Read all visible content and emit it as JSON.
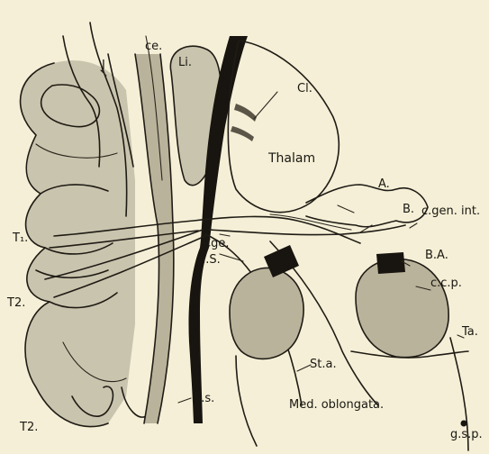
{
  "figure": {
    "labels": {
      "ce": "ce.",
      "li": "Li.",
      "cl": "Cl.",
      "j": "J",
      "thalam": "Thalam",
      "a": "A.",
      "b": "B.",
      "cgen_int": "c.gen. int.",
      "t1": "T₁.",
      "t2_upper": "T2.",
      "t2_lower": "T2.",
      "cge": "Cge.",
      "us": "u.S.",
      "ba": "B.A.",
      "ccp": "c.c.p.",
      "sta": "St.a.",
      "ta": "Ta.",
      "ss": "S.s.",
      "med_oblongata": "Med. oblongata.",
      "gsp": "g.s.p."
    }
  }
}
